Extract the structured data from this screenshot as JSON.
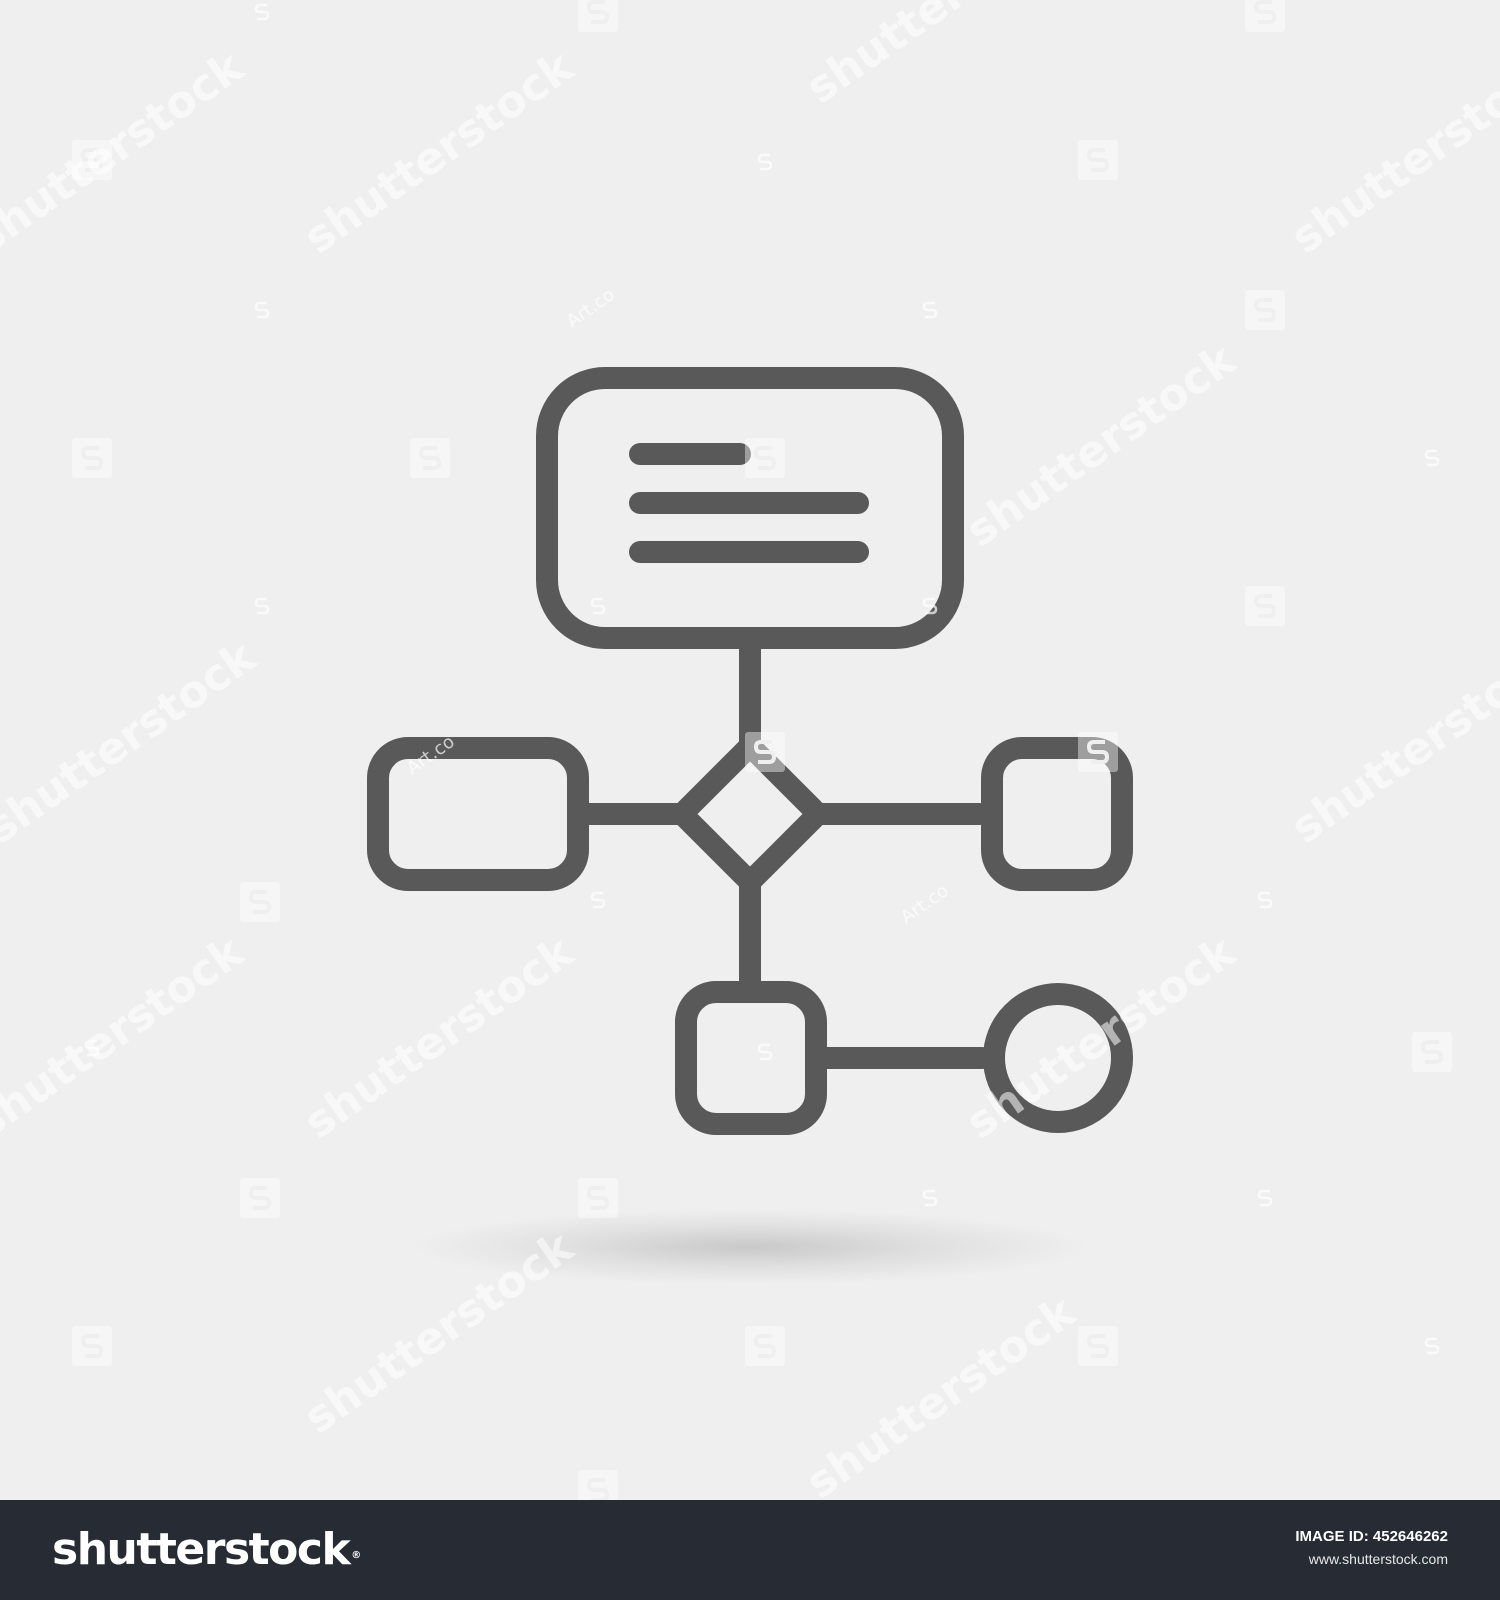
{
  "colors": {
    "background": "#efefef",
    "icon_stroke": "#595959",
    "footer_background": "#272b34",
    "footer_text": "#ffffff",
    "watermark": "#ffffff"
  },
  "icon": {
    "name": "flowchart-icon",
    "nodes": [
      {
        "name": "text-block-node",
        "shape": "rounded-rectangle",
        "content": "three-text-lines"
      },
      {
        "name": "decision-diamond-node",
        "shape": "diamond"
      },
      {
        "name": "left-process-node",
        "shape": "rounded-rectangle"
      },
      {
        "name": "right-process-node",
        "shape": "rounded-square"
      },
      {
        "name": "bottom-process-node",
        "shape": "rounded-square"
      },
      {
        "name": "terminal-circle-node",
        "shape": "circle"
      }
    ]
  },
  "watermark": {
    "text": "shutterstock",
    "author_text": "Art.co"
  },
  "footer": {
    "logo_text": "shutterstock",
    "logo_mark": "®",
    "image_id_label": "IMAGE ID:",
    "image_id_value": "452646262",
    "site_url": "www.shutterstock.com"
  }
}
